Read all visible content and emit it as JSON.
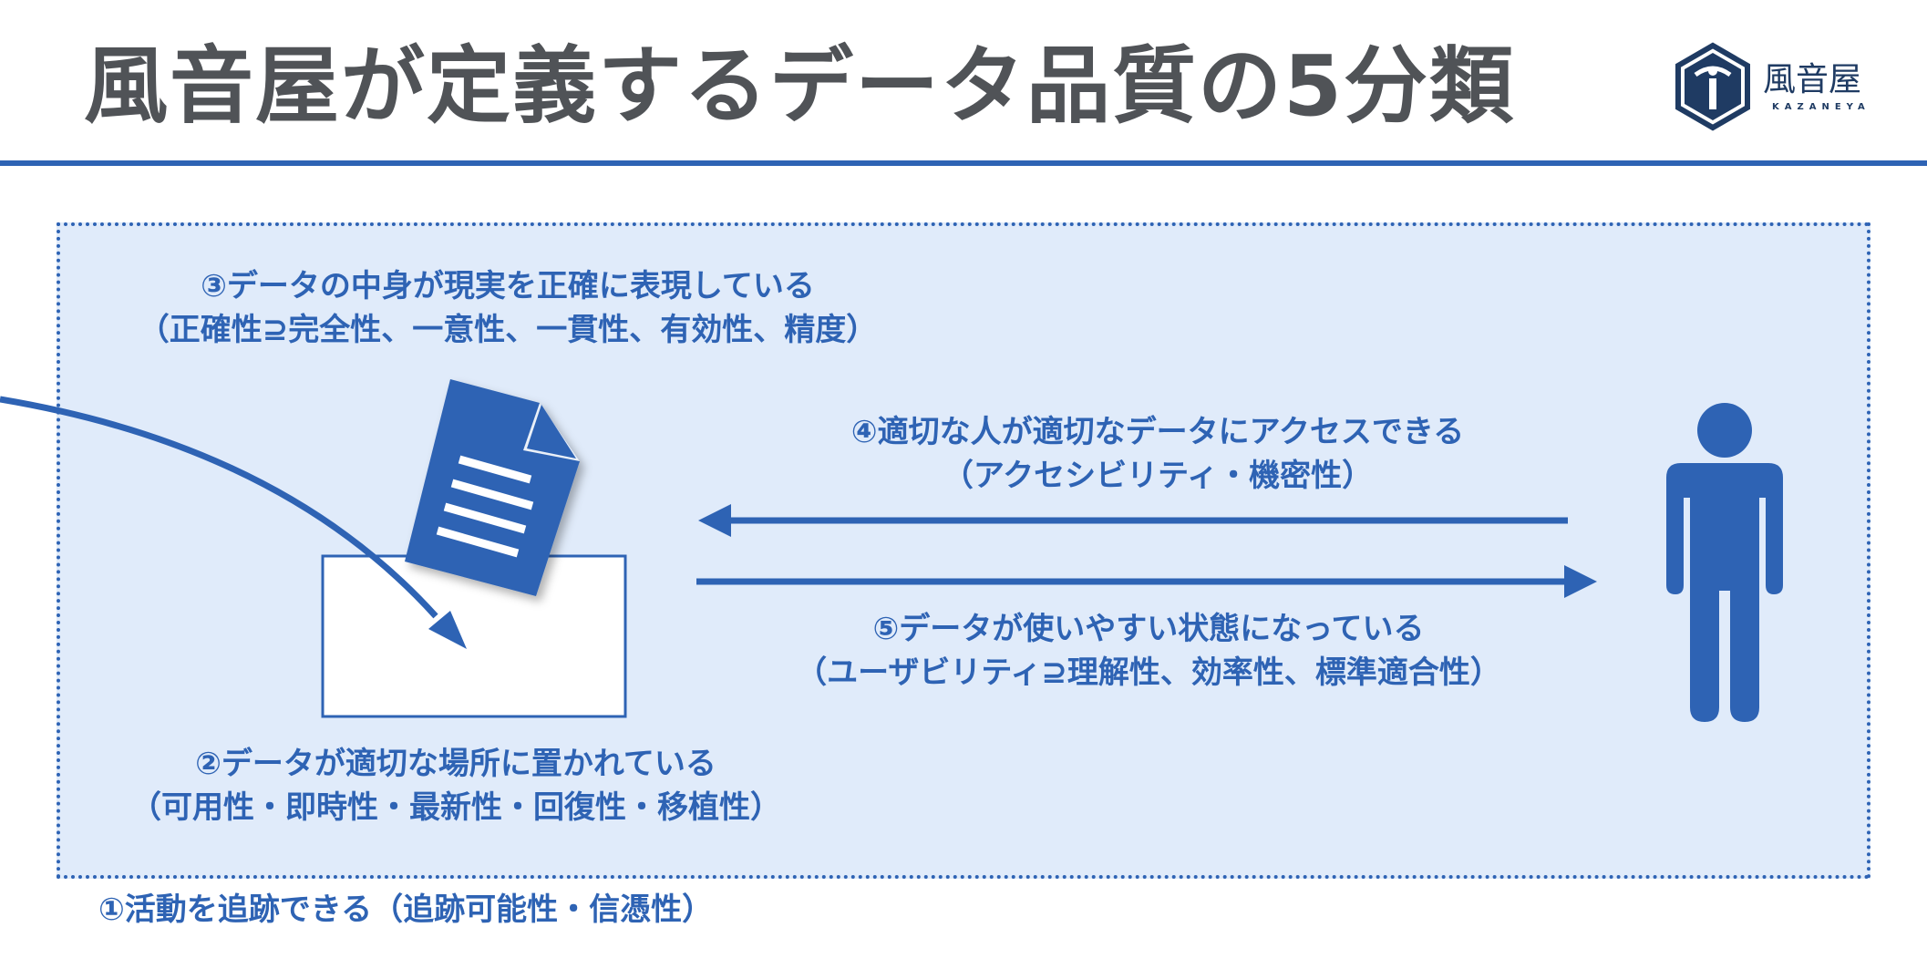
{
  "title": "風音屋が定義するデータ品質の5分類",
  "logo": {
    "name": "風音屋",
    "sub": "KAZANEYA"
  },
  "colors": {
    "accent": "#2e63b4",
    "panel": "#e0ebfa",
    "title": "#505357",
    "logo": "#1f3b63"
  },
  "icons": [
    "document-icon",
    "box-icon",
    "person-icon",
    "arrow-left-icon",
    "arrow-right-icon",
    "curved-arrow-icon",
    "logo-icon"
  ],
  "labels": {
    "accuracy": {
      "line1": "③データの中身が現実を正確に表現している",
      "line2": "（正確性⊇完全性、一意性、一貫性、有効性、精度）"
    },
    "access": {
      "line1": "④適切な人が適切なデータにアクセスできる",
      "line2": "（アクセシビリティ・機密性）"
    },
    "usability": {
      "line1": "⑤データが使いやすい状態になっている",
      "line2": "（ユーザビリティ⊇理解性、効率性、標準適合性）"
    },
    "availability": {
      "line1": "②データが適切な場所に置かれている",
      "line2": "（可用性・即時性・最新性・回復性・移植性）"
    },
    "traceability": {
      "line1": "①活動を追跡できる（追跡可能性・信憑性）"
    }
  }
}
